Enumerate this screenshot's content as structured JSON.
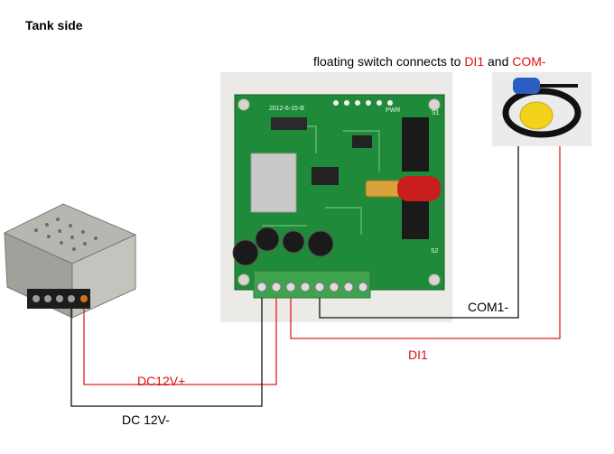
{
  "title": "Tank side",
  "caption": {
    "prefix": "floating switch connects to ",
    "term1": "DI1",
    "middle": " and ",
    "term2": "COM-"
  },
  "labels": {
    "com1": "COM1-",
    "di1": "DI1",
    "dc_plus": "DC12V+",
    "dc_minus": "DC 12V-"
  },
  "board_print": {
    "date": "2012-6-15-B",
    "pwr": "PWR",
    "s1": "S1",
    "s2": "S2"
  },
  "colors": {
    "red_wire": "#e02020",
    "black_wire": "#111111",
    "pcb": "#1f8a3a",
    "terminal": "#3fa34d"
  }
}
